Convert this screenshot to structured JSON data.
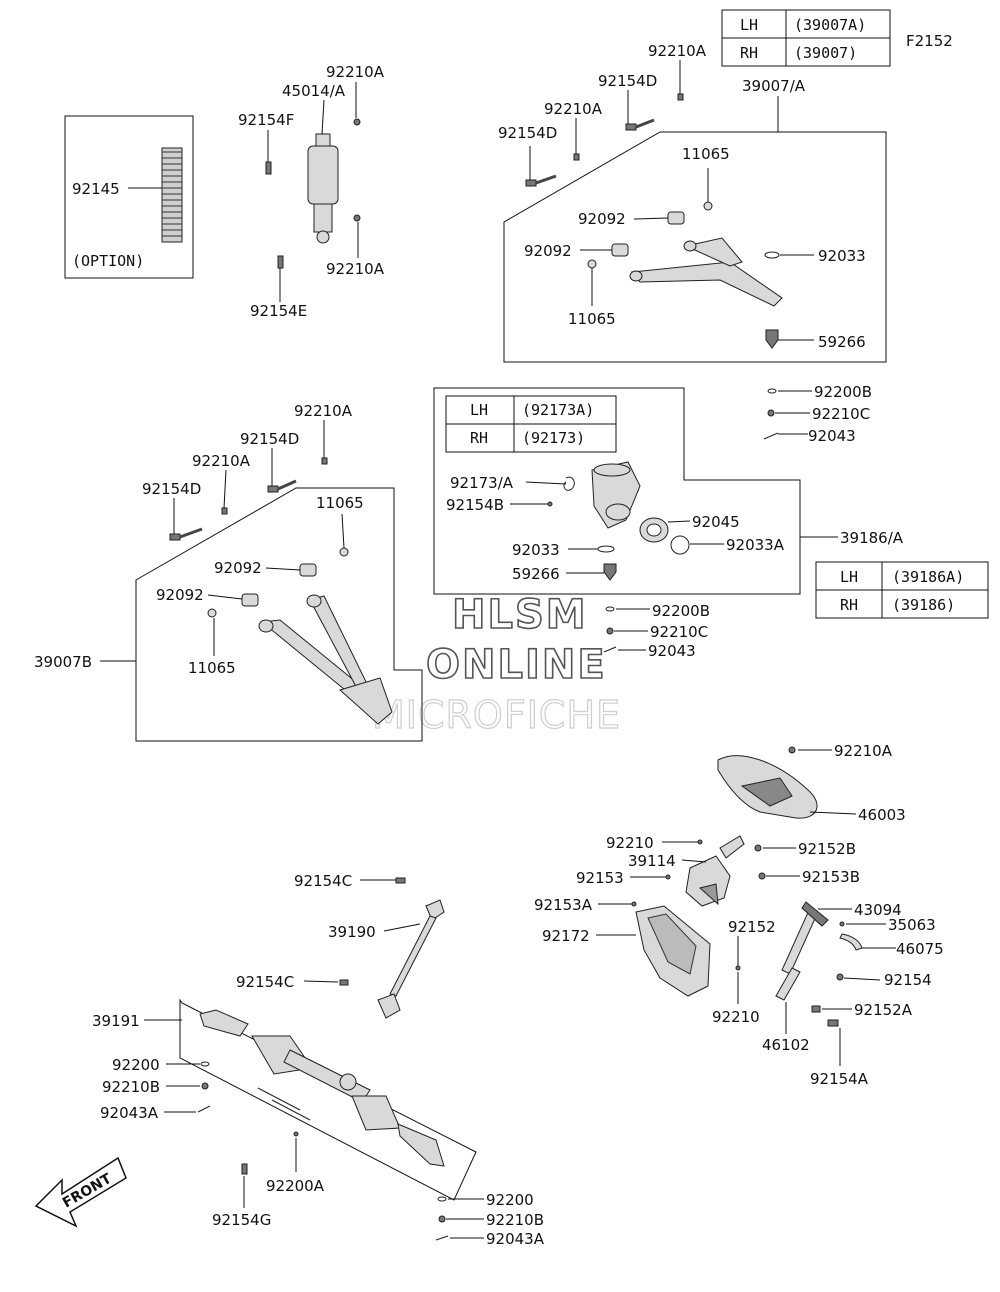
{
  "figure_code": "F2152",
  "front_arrow": "FRONT",
  "watermark": {
    "line1": "HLSM",
    "line2": "ONLINE",
    "line3": "MICROFICHE"
  },
  "tables": [
    {
      "rows": [
        {
          "side": "LH",
          "code": "(39007A)"
        },
        {
          "side": "RH",
          "code": "(39007)"
        }
      ]
    },
    {
      "rows": [
        {
          "side": "LH",
          "code": "(92173A)"
        },
        {
          "side": "RH",
          "code": "(92173)"
        }
      ]
    },
    {
      "rows": [
        {
          "side": "LH",
          "code": "(39186A)"
        },
        {
          "side": "RH",
          "code": "(39186)"
        }
      ]
    }
  ],
  "option_box": {
    "part": "92145",
    "note": "(OPTION)"
  },
  "labels": [
    "92210A",
    "45014/A",
    "92154F",
    "92210A",
    "92154E",
    "92210A",
    "92154D",
    "92210A",
    "92154D",
    "39007/A",
    "11065",
    "92092",
    "92092",
    "92033",
    "11065",
    "59266",
    "92200B",
    "92210C",
    "92043",
    "92210A",
    "92154D",
    "92210A",
    "92154D",
    "11065",
    "92092",
    "92092",
    "11065",
    "39007B",
    "92173/A",
    "92154B",
    "92045",
    "92033",
    "92033A",
    "59266",
    "39186/A",
    "92200B",
    "92210C",
    "92043",
    "92210A",
    "46003",
    "92210",
    "92152B",
    "39114",
    "92153",
    "92153B",
    "92153A",
    "43094",
    "92172",
    "35063",
    "92152",
    "46075",
    "92154",
    "92152A",
    "92210",
    "46102",
    "92154A",
    "92154C",
    "39190",
    "92154C",
    "39191",
    "92200",
    "92210B",
    "92043A",
    "92200A",
    "92154G",
    "92200",
    "92210B",
    "92043A"
  ]
}
